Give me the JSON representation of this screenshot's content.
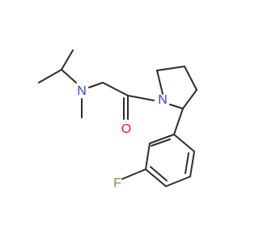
{
  "molecule": {
    "atoms": {
      "nitrogen_amine": {
        "symbol": "N",
        "color": "#2f3cff"
      },
      "nitrogen_pyrrolidine": {
        "symbol": "N",
        "color": "#2f3cff"
      },
      "oxygen_carbonyl": {
        "symbol": "O",
        "color": "#ff1a1a"
      },
      "fluorine": {
        "symbol": "F",
        "color": "#6ea235"
      }
    },
    "bond_color": "#2d2d2d"
  }
}
